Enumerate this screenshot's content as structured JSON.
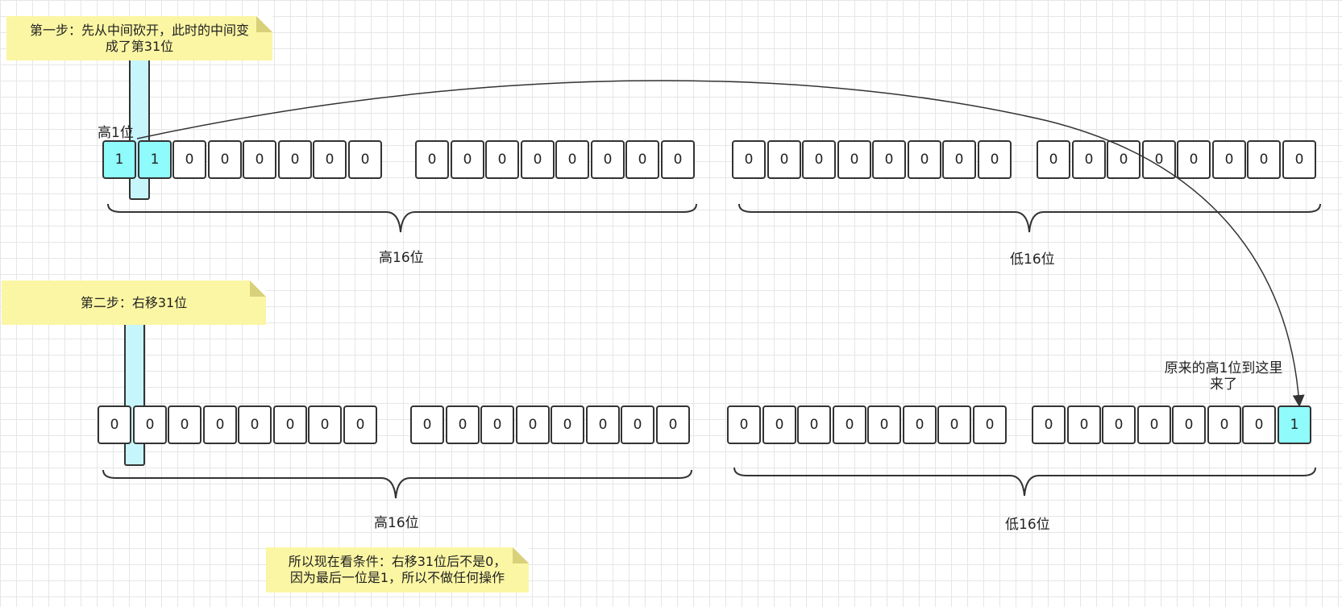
{
  "notes": {
    "step1": "第一步：先从中间砍开，此时的中间变\n成了第31位",
    "step2": "第二步：右移31位",
    "conclusion": "所以现在看条件：右移31位后不是0，\n因为最后一位是1，所以不做任何操作"
  },
  "labels": {
    "high1": "高1位",
    "top_high16": "高16位",
    "top_low16": "低16位",
    "bottom_high16": "高16位",
    "bottom_low16": "低16位",
    "moved_here": "原来的高1位到这里\n来了"
  },
  "top_row": {
    "bytes": [
      [
        "1",
        "1",
        "0",
        "0",
        "0",
        "0",
        "0",
        "0"
      ],
      [
        "0",
        "0",
        "0",
        "0",
        "0",
        "0",
        "0",
        "0"
      ],
      [
        "0",
        "0",
        "0",
        "0",
        "0",
        "0",
        "0",
        "0"
      ],
      [
        "0",
        "0",
        "0",
        "0",
        "0",
        "0",
        "0",
        "0"
      ]
    ],
    "highlighted": [
      [
        0,
        0
      ],
      [
        0,
        1
      ]
    ]
  },
  "bottom_row": {
    "bytes": [
      [
        "0",
        "0",
        "0",
        "0",
        "0",
        "0",
        "0",
        "0"
      ],
      [
        "0",
        "0",
        "0",
        "0",
        "0",
        "0",
        "0",
        "0"
      ],
      [
        "0",
        "0",
        "0",
        "0",
        "0",
        "0",
        "0",
        "0"
      ],
      [
        "0",
        "0",
        "0",
        "0",
        "0",
        "0",
        "0",
        "1"
      ]
    ],
    "highlighted": [
      [
        3,
        7
      ]
    ]
  },
  "colors": {
    "highlight": "#8ffbfb",
    "cut_bar": "#c6f6fb",
    "note": "#fbf6a3"
  }
}
